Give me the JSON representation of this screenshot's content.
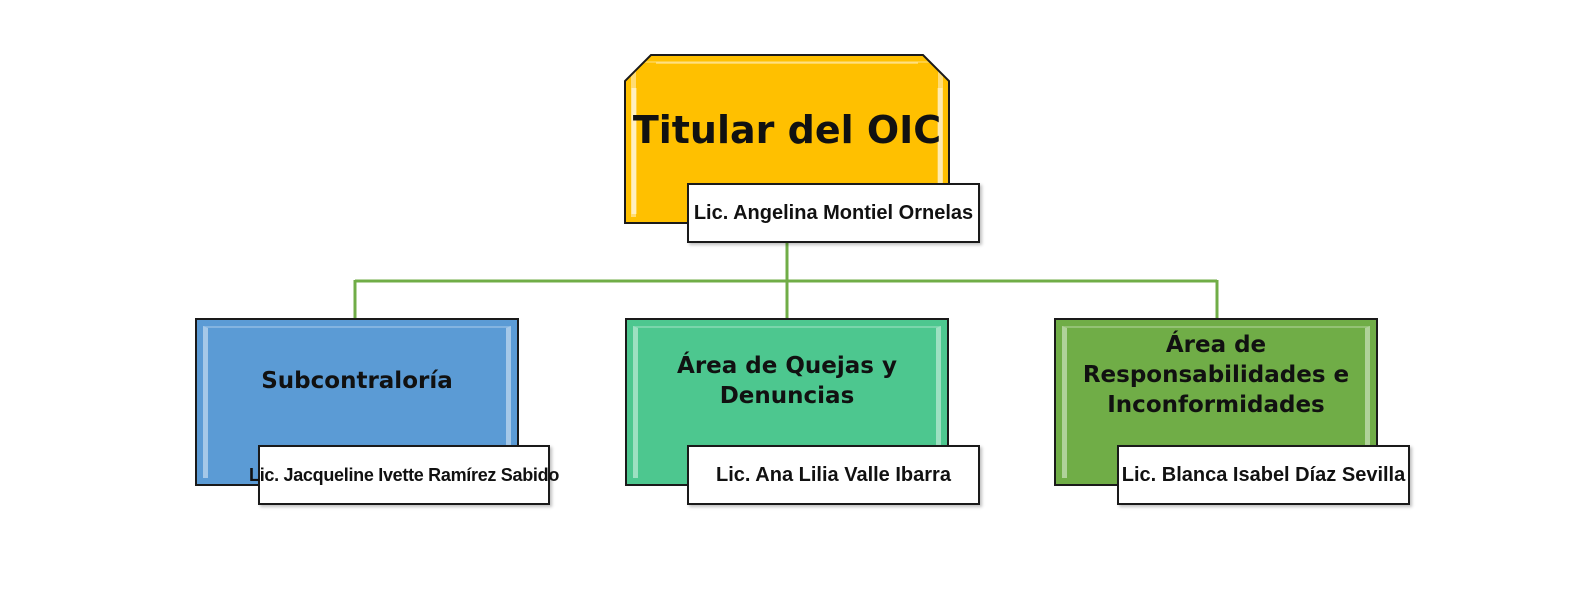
{
  "root": {
    "title": "Titular del OIC",
    "name": "Lic. Angelina Montiel Ornelas",
    "color": "#ffc000"
  },
  "children": [
    {
      "title": "Subcontraloría",
      "name": "Lic. Jacqueline Ivette Ramírez Sabido",
      "color": "#5b9bd5"
    },
    {
      "title": "Área de Quejas y Denuncias",
      "name": "Lic. Ana Lilia Valle Ibarra",
      "color": "#4dc78f"
    },
    {
      "title": "Área de Responsabilidades e Inconformidades",
      "name": "Lic. Blanca Isabel Díaz Sevilla",
      "color": "#70ad47"
    }
  ],
  "connector_color": "#70ad47"
}
